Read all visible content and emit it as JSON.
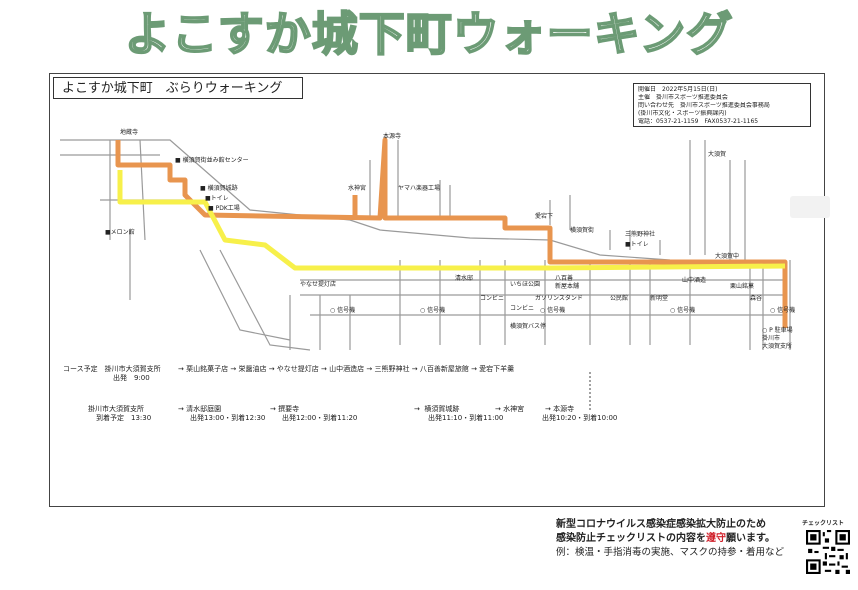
{
  "banner": {
    "title": "よこすか城下町ウォーキング"
  },
  "course": {
    "title": "よこすか城下町　ぶらりウォーキング"
  },
  "info": {
    "date_label": "開催日",
    "date": "2022年5月15日(日)",
    "organizer": "主催　掛川市スポーツ推進委員会",
    "contact": "問い合わせ先　掛川市スポーツ推進委員会事務局",
    "dept": "(掛川市文化・スポーツ振興課内)",
    "phone": "電話：0537-21-1159　FAX0537-21-1165"
  },
  "map_labels": {
    "jizo": "地蔵寺",
    "center": "■ 横須賀街並み館センター",
    "castle": "■ 横須賀城跡",
    "toilet1": "■トイレ",
    "pdk": "■ PDK工場",
    "park": "■メロン館",
    "honganji": "本源寺",
    "mizujinja": "水神宮",
    "yamaha": "ヤマハ楽器工場",
    "aigoji": "愛宕下",
    "kaido": "横須賀街",
    "mishima": "三熊野神社",
    "toilet2": "■トイレ",
    "daisuke": "大須賀",
    "daisho": "大須賀中",
    "chikuraku": "やなせ提灯店",
    "ichiyasaku": "八百善",
    "ichiyasaku2": "新屋本舗",
    "shimizu": "清水邸",
    "ito": "いちほ公園",
    "gasstand": "ガソリンスタンド",
    "kohmin": "公民館",
    "yamanaka": "山中酒造",
    "awa": "栗山銘菓",
    "shinmeido": "新明堂",
    "mori": "森谷",
    "conv1": "コンビニ",
    "conv2": "コンビニ",
    "sta1": "○ 信号機",
    "sta2": "○ 信号機",
    "sta3": "○ 信号機",
    "sta4": "○ 信号機",
    "sta5": "○ 信号機",
    "bus": "横須賀バス停",
    "p": "○ P 駐車場",
    "goal1": "掛川市",
    "goal2": "大須賀支所"
  },
  "schedule": {
    "start_label": "コース予定",
    "start_place": "掛川市大須賀支所",
    "start_time": "出発　9:00",
    "stops_out": [
      "栗山銘菓子店",
      "栄醤油店",
      "やなせ提灯店",
      "山中酒造店",
      "三熊野神社",
      "八百善新屋旅館",
      "愛宕下羊羹"
    ],
    "arrow": "→",
    "end_place": "掛川市大須賀支所",
    "end_time": "到着予定　13:30",
    "stops_in": [
      {
        "name": "清水邸庭園",
        "time": "出発13:00・到着12:30"
      },
      {
        "name": "撰要寺",
        "time": "出発12:00・到着11:20"
      },
      {
        "name": "横須賀城跡",
        "time": "出発11:10・到着11:00"
      },
      {
        "name": "水神宮",
        "time": ""
      },
      {
        "name": "本源寺",
        "time": "出発10:20・到着10:00"
      }
    ]
  },
  "notice": {
    "line1": "新型コロナウイルス感染症感染拡大防止のため",
    "line2_a": "感染防止チェックリストの内容を",
    "line2_red": "遵守",
    "line2_b": "願います。",
    "line3": "例：検温・手指消毒の実施、マスクの持参・着用など"
  },
  "qr": {
    "label": "チェックリスト"
  },
  "colors": {
    "route_out": "#e8954f",
    "route_in": "#f7f04a",
    "banner_stroke": "#6c9b75"
  }
}
